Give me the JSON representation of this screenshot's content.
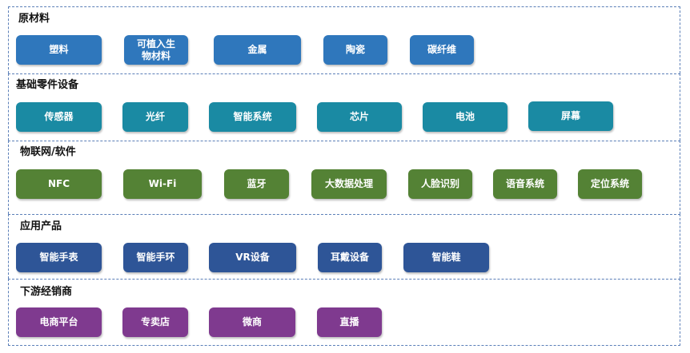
{
  "layers": [
    {
      "title": "原材料",
      "items": [
        "塑料",
        "可植入生\n物材料",
        "金属",
        "陶瓷",
        "碳纤维"
      ],
      "color": "#2f77bc"
    },
    {
      "title": "基础零件设备",
      "items": [
        "传感器",
        "光纤",
        "智能系统",
        "芯片",
        "电池",
        "屏幕"
      ],
      "color": "#1a8aa3"
    },
    {
      "title": "物联网/软件",
      "items": [
        "NFC",
        "Wi-Fi",
        "蓝牙",
        "大数据处理",
        "人脸识别",
        "语音系统",
        "定位系统"
      ],
      "color": "#548235"
    },
    {
      "title": "应用产品",
      "items": [
        "智能手表",
        "智能手环",
        "VR设备",
        "耳戴设备",
        "智能鞋"
      ],
      "color": "#2e5597"
    },
    {
      "title": "下游经销商",
      "items": [
        "电商平台",
        "专卖店",
        "微商",
        "直播"
      ],
      "color": "#7f3a8f"
    }
  ]
}
